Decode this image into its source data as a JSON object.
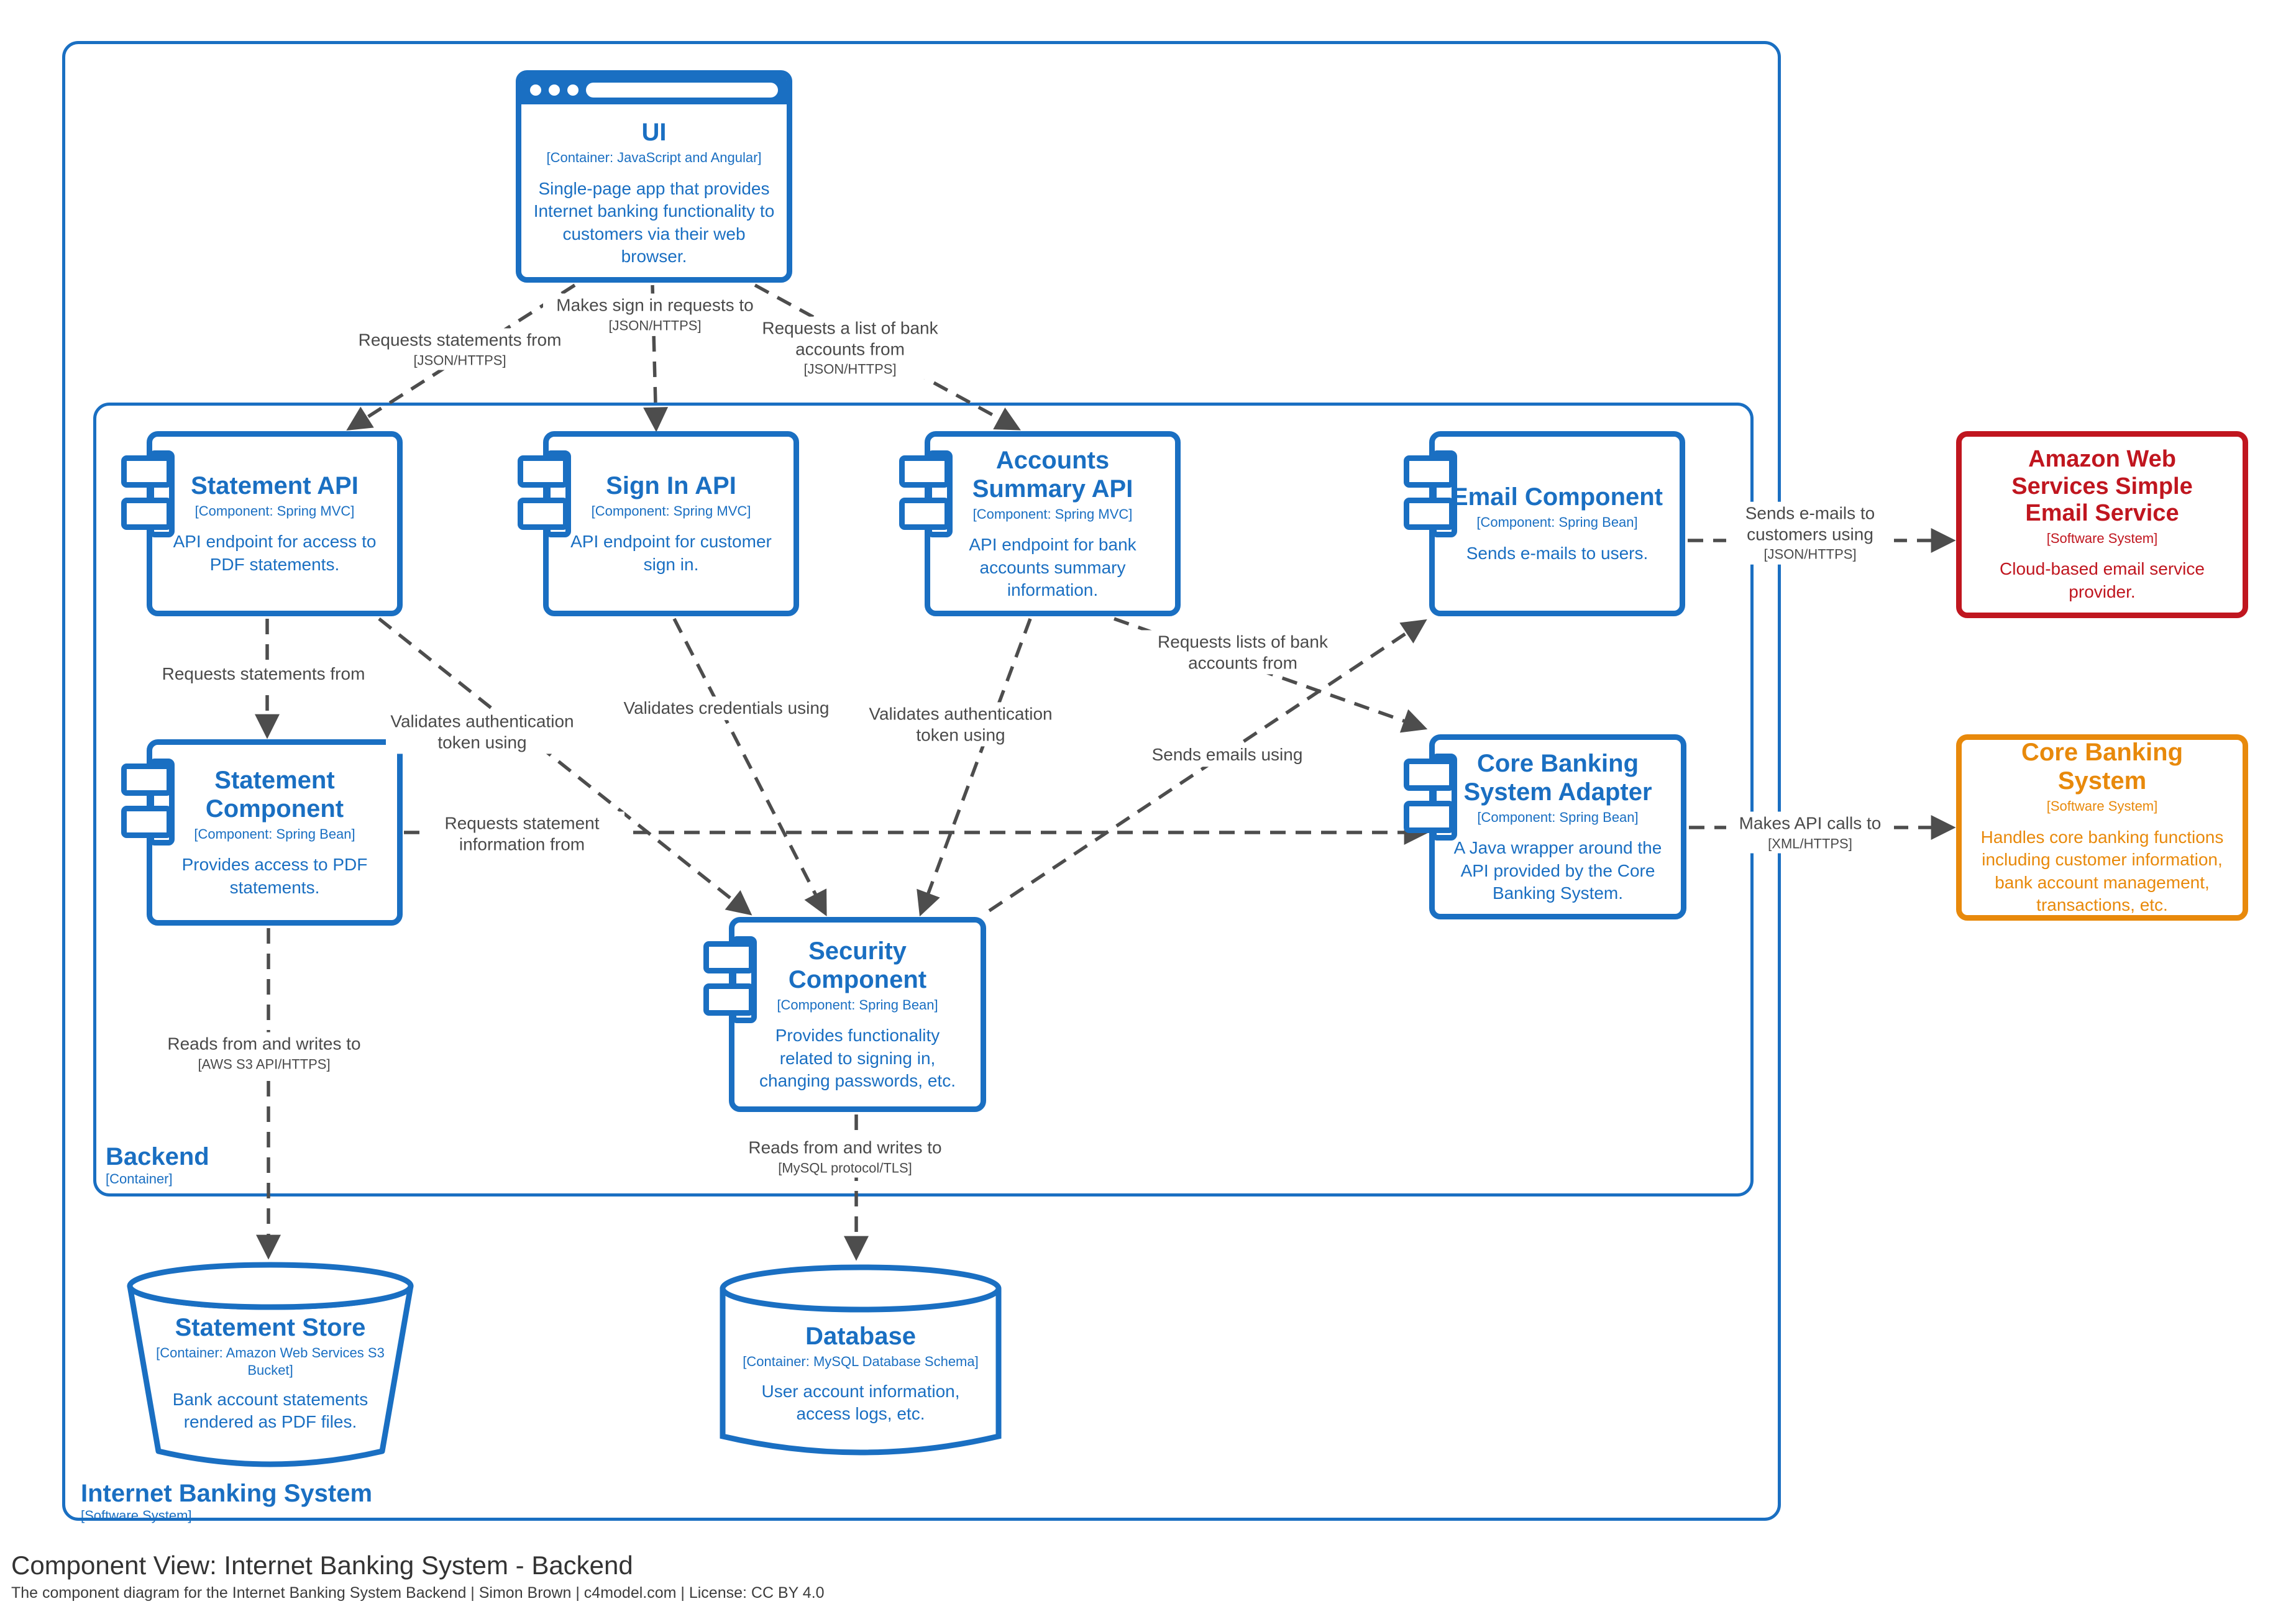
{
  "diagram": {
    "title": "Component View: Internet Banking System - Backend",
    "subtitle": "The component diagram for the Internet Banking System Backend | Simon Brown | c4model.com | License: CC BY 4.0"
  },
  "boundaries": {
    "system": {
      "name": "Internet Banking System",
      "type": "[Software System]"
    },
    "container": {
      "name": "Backend",
      "type": "[Container]"
    }
  },
  "nodes": {
    "ui": {
      "title": "UI",
      "type": "[Container: JavaScript and Angular]",
      "description": "Single-page app that provides Internet banking functionality to customers via their web browser."
    },
    "statement_api": {
      "title": "Statement API",
      "type": "[Component: Spring MVC]",
      "description": "API endpoint for access to PDF statements."
    },
    "sign_in_api": {
      "title": "Sign In API",
      "type": "[Component: Spring MVC]",
      "description": "API endpoint for customer sign in."
    },
    "accounts_summary_api": {
      "title": "Accounts Summary API",
      "type": "[Component: Spring MVC]",
      "description": "API endpoint for bank accounts summary information."
    },
    "email_component": {
      "title": "Email Component",
      "type": "[Component: Spring Bean]",
      "description": "Sends e-mails to users."
    },
    "statement_component": {
      "title": "Statement Component",
      "type": "[Component: Spring Bean]",
      "description": "Provides access to PDF statements."
    },
    "core_banking_adapter": {
      "title": "Core Banking System Adapter",
      "type": "[Component: Spring Bean]",
      "description": "A Java wrapper around the API provided by the Core Banking System."
    },
    "security_component": {
      "title": "Security Component",
      "type": "[Component: Spring Bean]",
      "description": "Provides functionality related to signing in, changing passwords, etc."
    },
    "statement_store": {
      "title": "Statement Store",
      "type": "[Container: Amazon Web Services S3 Bucket]",
      "description": "Bank account statements rendered as PDF files."
    },
    "database": {
      "title": "Database",
      "type": "[Container: MySQL Database Schema]",
      "description": "User account information, access logs, etc."
    },
    "aws_ses": {
      "title": "Amazon Web Services Simple Email Service",
      "type": "[Software System]",
      "description": "Cloud-based email service provider."
    },
    "core_banking_system": {
      "title": "Core Banking System",
      "type": "[Software System]",
      "description": "Handles core banking functions including customer information, bank account management, transactions, etc."
    }
  },
  "relationships": {
    "r1": {
      "label": "Requests statements from",
      "tech": "[JSON/HTTPS]"
    },
    "r2": {
      "label": "Makes sign in requests to",
      "tech": "[JSON/HTTPS]"
    },
    "r3": {
      "label": "Requests a list of bank accounts from",
      "tech": "[JSON/HTTPS]"
    },
    "r4": {
      "label": "Requests statements from",
      "tech": ""
    },
    "r5": {
      "label": "Validates authentication token using",
      "tech": ""
    },
    "r6": {
      "label": "Validates credentials using",
      "tech": ""
    },
    "r7": {
      "label": "Validates authentication token using",
      "tech": ""
    },
    "r8": {
      "label": "Requests lists of bank accounts from",
      "tech": ""
    },
    "r9": {
      "label": "Sends emails using",
      "tech": ""
    },
    "r10": {
      "label": "Requests statement information from",
      "tech": ""
    },
    "r11": {
      "label": "Reads from and writes to",
      "tech": "[AWS S3 API/HTTPS]"
    },
    "r12": {
      "label": "Reads from and writes to",
      "tech": "[MySQL protocol/TLS]"
    },
    "r13": {
      "label": "Sends e-mails to customers using",
      "tech": "[JSON/HTTPS]"
    },
    "r14": {
      "label": "Makes API calls to",
      "tech": "[XML/HTTPS]"
    }
  },
  "colors": {
    "blue": "#1A6FC2",
    "red": "#C0161F",
    "orange": "#E8890B",
    "gray": "#4D4D4D"
  }
}
